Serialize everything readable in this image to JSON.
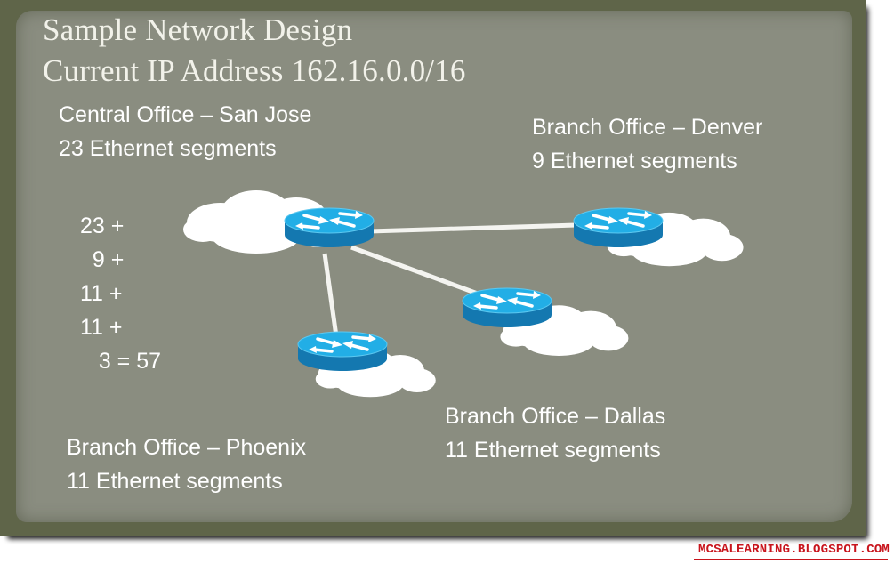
{
  "title": {
    "line1": "Sample Network Design",
    "line2": "Current IP Address 162.16.0.0/16"
  },
  "sites": [
    {
      "name": "Central Office – San Jose",
      "segments": "23 Ethernet segments"
    },
    {
      "name": "Branch Office – Denver",
      "segments": "9 Ethernet segments"
    },
    {
      "name": "Branch Office – Dallas",
      "segments": "11 Ethernet segments"
    },
    {
      "name": "Branch Office – Phoenix",
      "segments": "11 Ethernet segments"
    }
  ],
  "sum": {
    "lines": [
      "23 +",
      "  9 +",
      "11 +",
      "11 +",
      "   3 = 57"
    ]
  },
  "icons": {
    "router": "router-icon",
    "cloud": "cloud-icon"
  },
  "colors": {
    "router_top": "#1ea8e0",
    "router_side": "#1478b0",
    "link": "#f4f4f0",
    "panel": "#8a8d80",
    "frame": "#5f6549",
    "watermark": "#c8141c"
  },
  "watermark": "MCSALEARNING.BLOGSPOT.COM"
}
